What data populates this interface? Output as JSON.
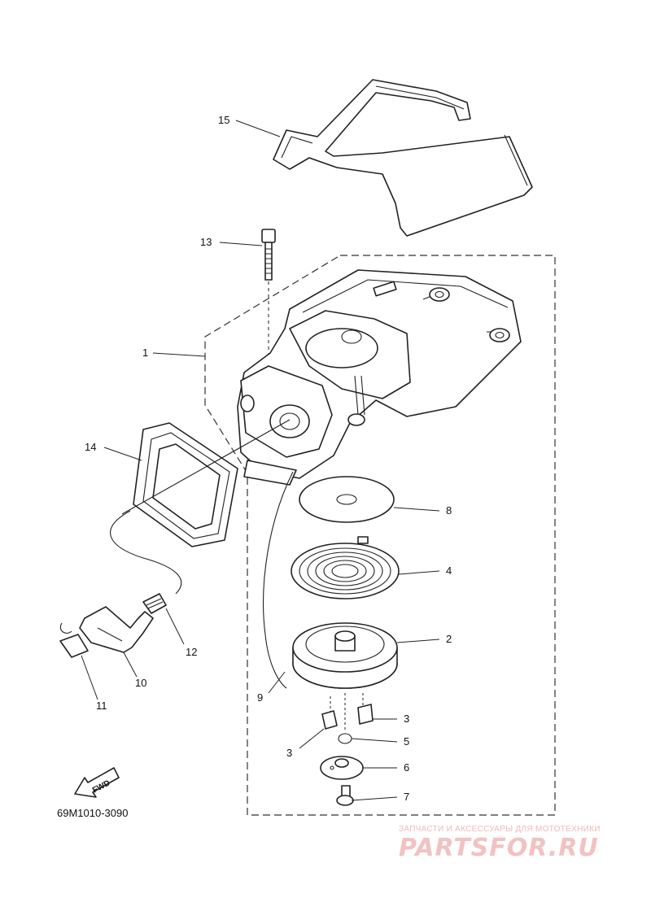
{
  "diagram": {
    "code": "69M1010-3090",
    "fwd_label": "FWD",
    "callouts": [
      {
        "id": "p1",
        "label": "1"
      },
      {
        "id": "p2",
        "label": "2"
      },
      {
        "id": "p3a",
        "label": "3"
      },
      {
        "id": "p3b",
        "label": "3"
      },
      {
        "id": "p4",
        "label": "4"
      },
      {
        "id": "p5",
        "label": "5"
      },
      {
        "id": "p6",
        "label": "6"
      },
      {
        "id": "p7",
        "label": "7"
      },
      {
        "id": "p8",
        "label": "8"
      },
      {
        "id": "p9",
        "label": "9"
      },
      {
        "id": "p10",
        "label": "10"
      },
      {
        "id": "p11",
        "label": "11"
      },
      {
        "id": "p12",
        "label": "12"
      },
      {
        "id": "p13",
        "label": "13"
      },
      {
        "id": "p14",
        "label": "14"
      },
      {
        "id": "p15",
        "label": "15"
      }
    ]
  },
  "watermark": {
    "subtitle": "ЗАПЧАСТИ И АКСЕССУАРЫ ДЛЯ МОТОТЕХНИКИ",
    "brand": "PARTSFOR.RU"
  }
}
